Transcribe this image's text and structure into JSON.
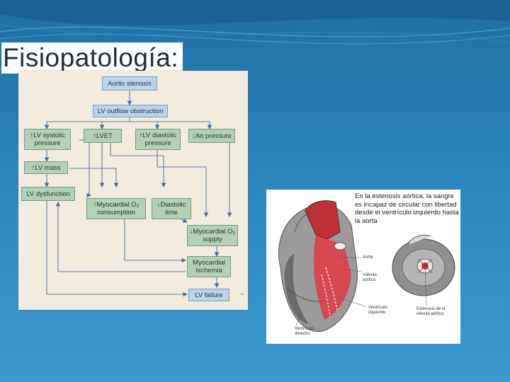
{
  "slide": {
    "title": "Fisiopatología:"
  },
  "flowchart": {
    "aortic_stenosis": "Aortic stenosis",
    "lv_outflow": "LV outflow obstruction",
    "lv_systolic": "↑LV systolic pressure",
    "lvet": "↑LVET",
    "lv_diastolic": "↑LV diastolic pressure",
    "ao_pressure": "↓Ao pressure",
    "lv_mass": "↑LV mass",
    "lv_dysfunction": "LV dysfunction",
    "myocardial_o2": "↑Myocardial O₂ consumption",
    "diastolic_time": "↓Diastolic time",
    "myocardial_supply": "↓Myocardial O₂ supply",
    "ischemia": "Myocardial ischemia",
    "lv_failure": "LV failure"
  },
  "figure": {
    "caption": "En la estenosis aórtica, la sangre es incapaz de circular con libertad desde el ventrículo izquierdo hasta la aorta",
    "labels": {
      "aorta": "Aorta",
      "valve": "Válvula aórtica",
      "left_ventricle": "Ventrículo izquierdo",
      "right_ventricle": "Ventrículo derecho",
      "stenosis": "Estenosis de la válvula aórtica"
    }
  }
}
